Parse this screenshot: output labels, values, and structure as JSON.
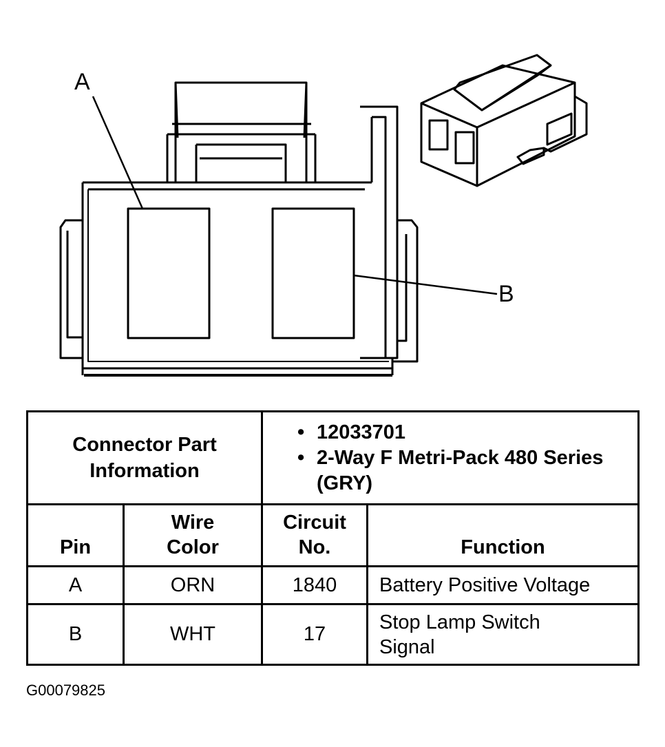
{
  "callouts": {
    "a": "A",
    "b": "B"
  },
  "table": {
    "part_info_label": "Connector Part Information",
    "part_info_items": [
      "12033701",
      "2-Way F Metri-Pack 480 Series (GRY)"
    ],
    "columns": {
      "pin": "Pin",
      "wire": "Wire Color",
      "circuit": "Circuit No.",
      "function": "Function"
    },
    "rows": [
      {
        "pin": "A",
        "wire": "ORN",
        "circuit": "1840",
        "function": "Battery Positive Voltage"
      },
      {
        "pin": "B",
        "wire": "WHT",
        "circuit": "17",
        "function": "Stop Lamp Switch Signal"
      }
    ]
  },
  "figure_id": "G00079825"
}
